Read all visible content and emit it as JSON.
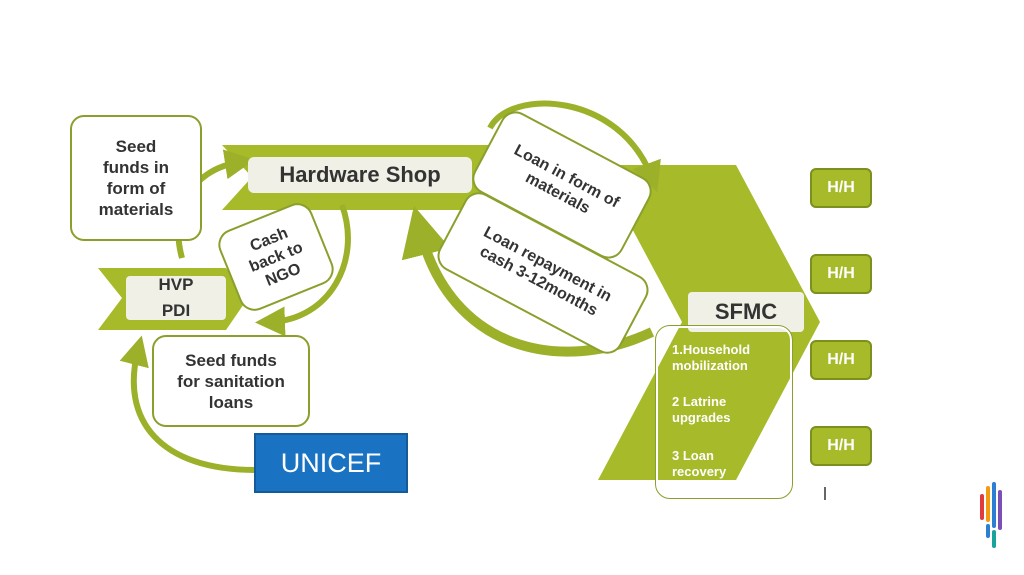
{
  "nodes": {
    "seed_materials": "Seed\nfunds in\nform of\nmaterials",
    "hardware_shop": "Hardware Shop",
    "hvp_pdi": "HVP\nPDI",
    "cash_back": "Cash\nback to\nNGO",
    "seed_sanitation": "Seed funds\nfor sanitation\nloans",
    "unicef": "UNICEF",
    "loan_materials": "Loan in form of\nmaterials",
    "loan_repayment": "Loan repayment in\ncash 3-12months",
    "sfmc": "SFMC",
    "sfmc_item1": "1.Household\nmobilization",
    "sfmc_item2": "2 Latrine\nupgrades",
    "sfmc_item3": "3 Loan\nrecovery",
    "hh": [
      "H/H",
      "H/H",
      "H/H",
      "H/H"
    ]
  },
  "colors": {
    "olive": "#a7ba29",
    "olive_dark": "#8aa02c",
    "unicef_blue": "#1a73c2"
  }
}
